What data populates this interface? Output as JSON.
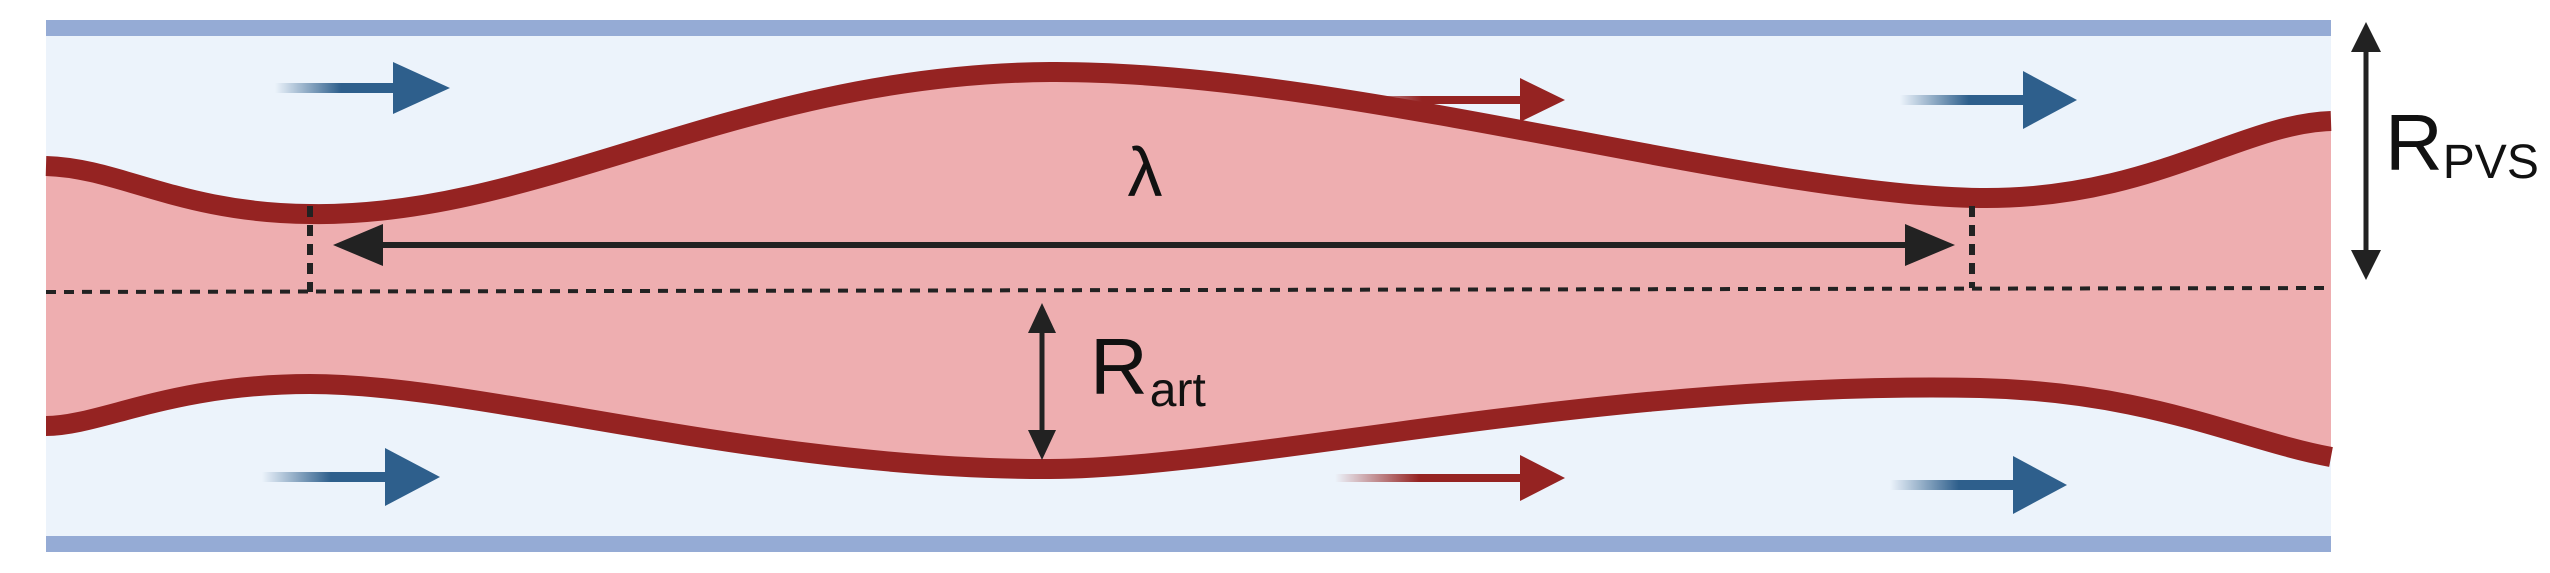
{
  "labels": {
    "wavelength": "λ",
    "artery_radius_main": "R",
    "artery_radius_sub": "art",
    "pvs_radius_main": "R",
    "pvs_radius_sub": "PVS"
  },
  "colors": {
    "outer_channel_fill": "#ecf3fb",
    "outer_wall": "#95abd5",
    "artery_fill": "#eeaeb0",
    "artery_wall": "#952322",
    "flow_arrow": "#2e5f8c",
    "annotation": "#222222"
  }
}
